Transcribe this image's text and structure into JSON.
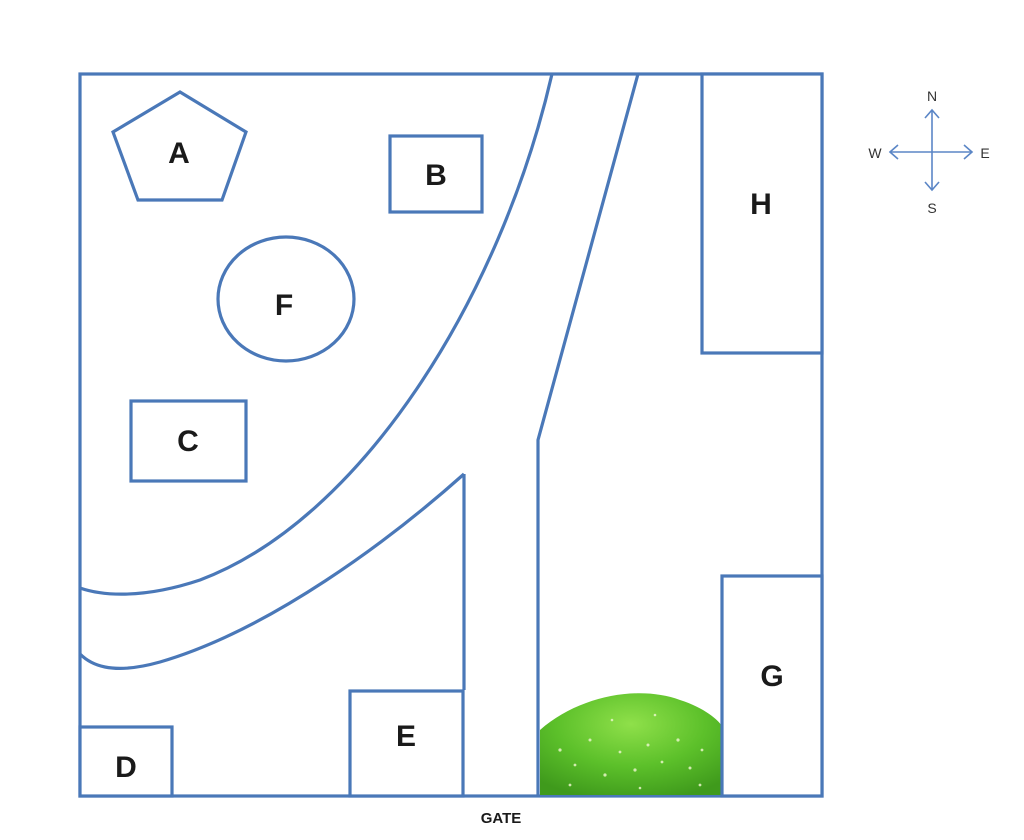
{
  "map": {
    "buildings": [
      {
        "id": "A",
        "label": "A",
        "shape": "pentagon"
      },
      {
        "id": "B",
        "label": "B",
        "shape": "rectangle"
      },
      {
        "id": "C",
        "label": "C",
        "shape": "rectangle"
      },
      {
        "id": "D",
        "label": "D",
        "shape": "rectangle"
      },
      {
        "id": "E",
        "label": "E",
        "shape": "rectangle"
      },
      {
        "id": "F",
        "label": "F",
        "shape": "ellipse"
      },
      {
        "id": "G",
        "label": "G",
        "shape": "rectangle"
      },
      {
        "id": "H",
        "label": "H",
        "shape": "rectangle"
      }
    ],
    "gate_label": "GATE",
    "hill": {
      "name": "grass-hill",
      "color": "#5cc02a"
    },
    "colors": {
      "outline": "#4a78b8",
      "compass": "#5b86c6"
    }
  },
  "compass": {
    "north": "N",
    "south": "S",
    "east": "E",
    "west": "W"
  }
}
